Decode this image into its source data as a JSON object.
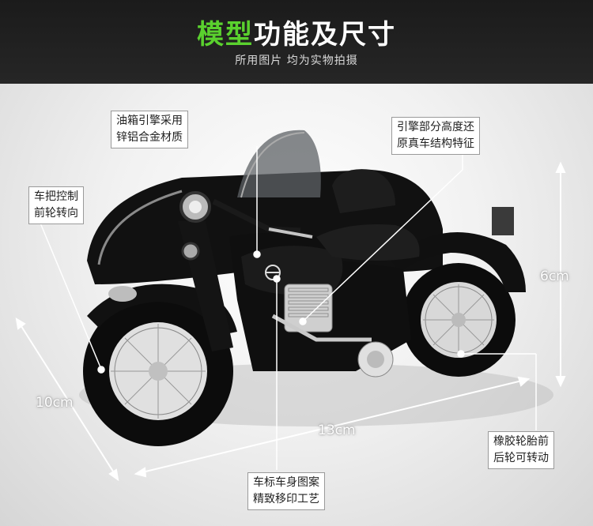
{
  "header": {
    "title_accent": "模型",
    "title_rest": "功能及尺寸",
    "subtitle": "所用图片 均为实物拍摄"
  },
  "callouts": {
    "fuel_tank": [
      "油箱引擎采用",
      "锌铝合金材质"
    ],
    "engine": [
      "引擎部分高度还",
      "原真车结构特征"
    ],
    "handlebar": [
      "车把控制",
      "前轮转向"
    ],
    "logo": [
      "车标车身图案",
      "精致移印工艺"
    ],
    "tires": [
      "橡胶轮胎前",
      "后轮可转动"
    ]
  },
  "dimensions": {
    "height": "6cm",
    "width": "10cm",
    "length": "13cm"
  },
  "colors": {
    "header_bg": "#1f1f1f",
    "accent": "#5ad12e",
    "bike_body": "#0e0e0e",
    "chrome": "#c9c9c9"
  },
  "icons": [
    "sidecar-motorcycle-model"
  ]
}
